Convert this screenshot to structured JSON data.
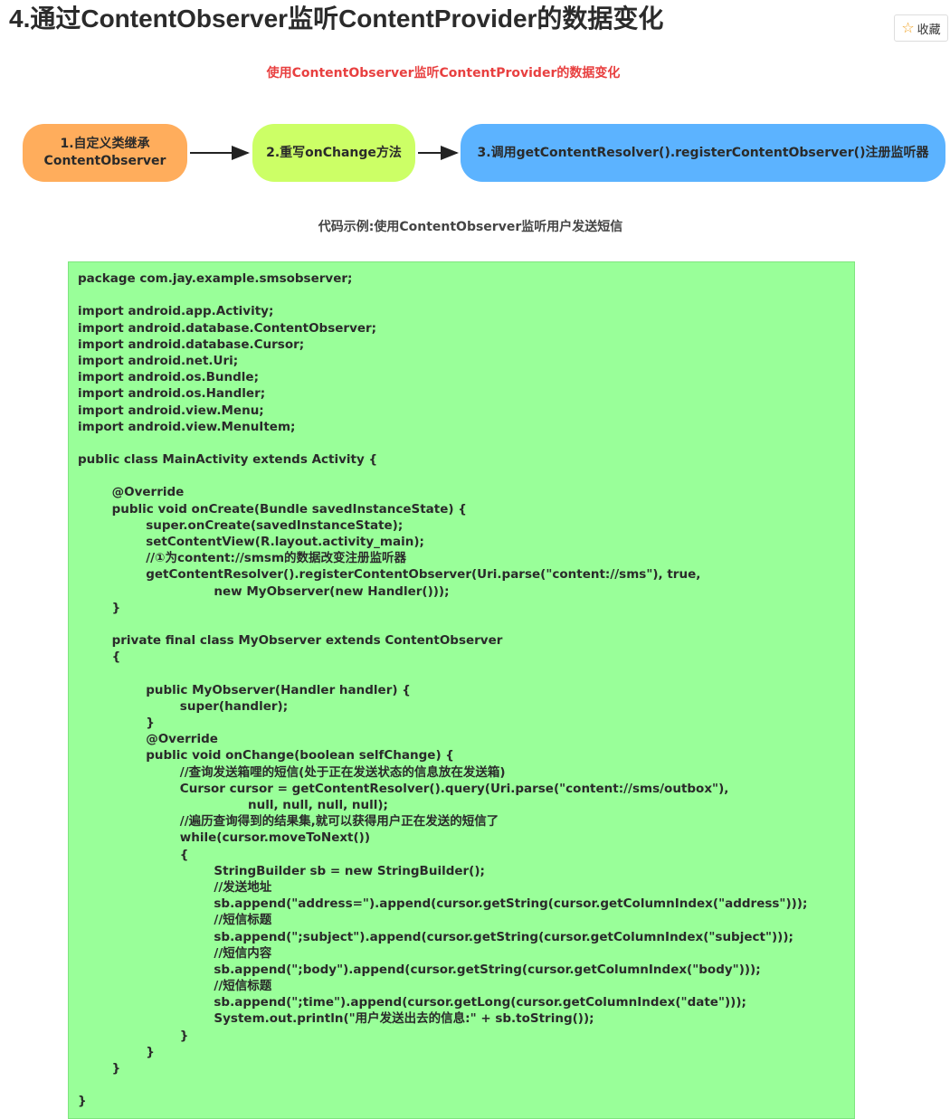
{
  "page": {
    "title": "4.通过ContentObserver监听ContentProvider的数据变化",
    "favorite_label": "收藏",
    "favorite_icon": "star-outline-icon"
  },
  "diagram": {
    "title": "使用ContentObserver监听ContentProvider的数据变化",
    "steps": [
      {
        "line1": "1.自定义类继承",
        "line2": "ContentObserver",
        "color": "#ffad5c"
      },
      {
        "line1": "2.重写onChange方法",
        "line2": "",
        "color": "#ccff66"
      },
      {
        "line1": "3.调用getContentResolver().registerContentObserver()注册监听器",
        "line2": "",
        "color": "#5cb3ff"
      }
    ]
  },
  "code": {
    "caption": "代码示例:使用ContentObserver监听用户发送短信",
    "background": "#99ff99",
    "lines": [
      "package com.jay.example.smsobserver;",
      "",
      "import android.app.Activity;",
      "import android.database.ContentObserver;",
      "import android.database.Cursor;",
      "import android.net.Uri;",
      "import android.os.Bundle;",
      "import android.os.Handler;",
      "import android.view.Menu;",
      "import android.view.MenuItem;",
      "",
      "public class MainActivity extends Activity {",
      "",
      "        @Override",
      "        public void onCreate(Bundle savedInstanceState) {",
      "                super.onCreate(savedInstanceState);",
      "                setContentView(R.layout.activity_main);",
      "                //①为content://smsm的数据改变注册监听器",
      "                getContentResolver().registerContentObserver(Uri.parse(\"content://sms\"), true,",
      "                                new MyObserver(new Handler()));",
      "        }",
      "",
      "        private final class MyObserver extends ContentObserver",
      "        {",
      "",
      "                public MyObserver(Handler handler) {",
      "                        super(handler);",
      "                }",
      "                @Override",
      "                public void onChange(boolean selfChange) {",
      "                        //查询发送箱哩的短信(处于正在发送状态的信息放在发送箱)",
      "                        Cursor cursor = getContentResolver().query(Uri.parse(\"content://sms/outbox\"),",
      "                                        null, null, null, null);",
      "                        //遍历查询得到的结果集,就可以获得用户正在发送的短信了",
      "                        while(cursor.moveToNext())",
      "                        {",
      "                                StringBuilder sb = new StringBuilder();",
      "                                //发送地址",
      "                                sb.append(\"address=\").append(cursor.getString(cursor.getColumnIndex(\"address\")));",
      "                                //短信标题",
      "                                sb.append(\";subject\").append(cursor.getString(cursor.getColumnIndex(\"subject\")));",
      "                                //短信内容",
      "                                sb.append(\";body\").append(cursor.getString(cursor.getColumnIndex(\"body\")));",
      "                                //短信标题",
      "                                sb.append(\";time\").append(cursor.getLong(cursor.getColumnIndex(\"date\")));",
      "                                System.out.println(\"用户发送出去的信息:\" + sb.toString());",
      "                        }",
      "                }",
      "        }",
      "",
      "}"
    ]
  }
}
